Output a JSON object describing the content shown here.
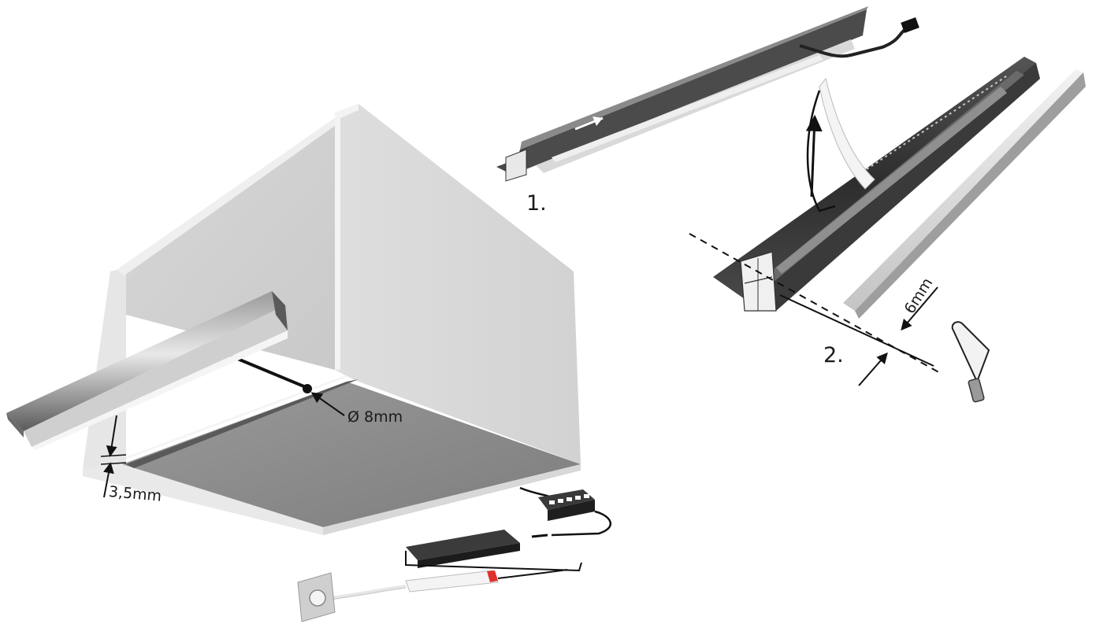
{
  "labels": {
    "step1": "1.",
    "step2": "2.",
    "hole_diameter": "Ø 8mm",
    "groove_depth": "3,5mm",
    "cut_offset": "6mm"
  },
  "icons": {
    "saw": "hacksaw-icon",
    "outlet": "wall-socket-icon",
    "driver": "led-driver-icon",
    "distributor": "splitter-block-icon",
    "switch": "inline-switch-icon"
  },
  "colors": {
    "cabinet_light": "#e3e3e3",
    "cabinet_mid": "#cfcfcf",
    "cabinet_dark": "#8c8c8c",
    "profile_dark": "#3a3a3a",
    "profile_light": "#d0d0d0",
    "accent_red": "#e0302a"
  }
}
